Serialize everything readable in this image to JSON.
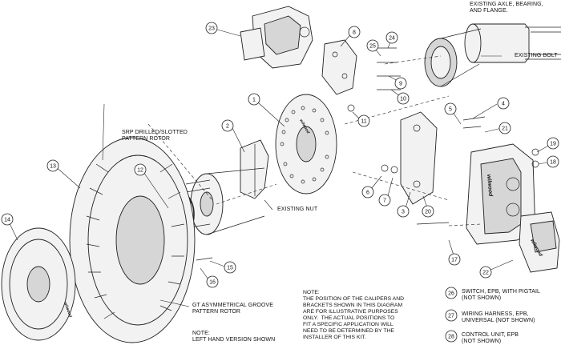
{
  "diagram": {
    "callouts": [
      {
        "id": "c1",
        "num": "1"
      },
      {
        "id": "c2",
        "num": "2"
      },
      {
        "id": "c3",
        "num": "3"
      },
      {
        "id": "c4",
        "num": "4"
      },
      {
        "id": "c5",
        "num": "5"
      },
      {
        "id": "c6",
        "num": "6"
      },
      {
        "id": "c7",
        "num": "7"
      },
      {
        "id": "c8",
        "num": "8"
      },
      {
        "id": "c9",
        "num": "9"
      },
      {
        "id": "c10",
        "num": "10"
      },
      {
        "id": "c11",
        "num": "11"
      },
      {
        "id": "c12",
        "num": "12"
      },
      {
        "id": "c13",
        "num": "13"
      },
      {
        "id": "c14",
        "num": "14"
      },
      {
        "id": "c15",
        "num": "15"
      },
      {
        "id": "c16",
        "num": "16"
      },
      {
        "id": "c17",
        "num": "17"
      },
      {
        "id": "c18",
        "num": "18"
      },
      {
        "id": "c19",
        "num": "19"
      },
      {
        "id": "c20",
        "num": "20"
      },
      {
        "id": "c21",
        "num": "21"
      },
      {
        "id": "c22",
        "num": "22"
      },
      {
        "id": "c23",
        "num": "23"
      },
      {
        "id": "c24",
        "num": "24"
      },
      {
        "id": "c25",
        "num": "25"
      },
      {
        "id": "c26",
        "num": "26"
      },
      {
        "id": "c27",
        "num": "27"
      },
      {
        "id": "c28",
        "num": "28"
      }
    ],
    "labels": {
      "existing_axle": "EXISTING AXLE, BEARING,\nAND FLANGE.",
      "existing_bolt": "EXISTING BOLT",
      "existing_nut": "EXISTING NUT",
      "srp_rotor": "SRP DRILLED/SLOTTED\nPATTERN ROTOR",
      "gt_rotor": "GT ASYMMETRICAL GROOVE\nPATTERN ROTOR",
      "left_hand_note": "NOTE:\nLEFT HAND VERSION SHOWN",
      "position_note": "NOTE:\nTHE POSITION OF THE CALIPERS AND\nBRACKETS SHOWN IN THIS DIAGRAM\nARE FOR ILLUSTRATIVE PURPOSES\nONLY.  THE ACTUAL POSITIONS TO\nFIT A SPECIFIC APPLICATION WILL\nNEED TO BE DETERMINED BY THE\nINSTALLER OF THIS KIT.",
      "switch_epb": "SWITCH, EPB, WITH PIGTAIL\n(NOT SHOWN)",
      "wiring_harness": "WIRING HARNESS, EPB,\nUNIVERSAL (NOT SHOWN)",
      "control_unit": "CONTROL UNIT, EPB\n(NOT SHOWN)"
    },
    "brand_marks": [
      "wilwood",
      "wilwood",
      "wilwood",
      "wilwood"
    ],
    "colors": {
      "ink": "#222222",
      "paper": "#ffffff",
      "shade": "#d6d6d6"
    }
  }
}
